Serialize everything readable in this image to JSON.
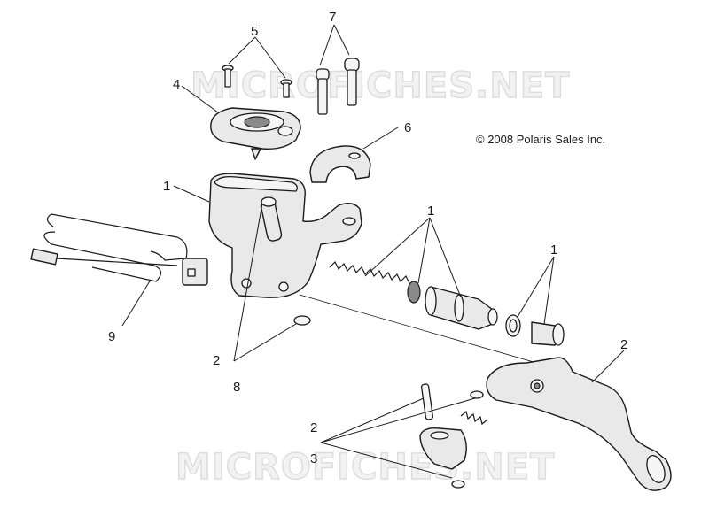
{
  "copyright": "© 2008 Polaris Sales Inc.",
  "watermark": "MICROFICHES.NET",
  "callouts": [
    "1",
    "1",
    "1",
    "2",
    "2",
    "2",
    "3",
    "4",
    "5",
    "6",
    "7",
    "8",
    "9"
  ],
  "colors": {
    "line": "#1a1a1a",
    "part_fill": "#e9e9e9",
    "watermark": "#dcdcdc"
  }
}
